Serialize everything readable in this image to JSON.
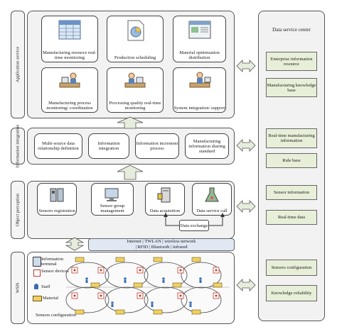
{
  "layers": {
    "application": "Application service",
    "integration": "Information integration",
    "perception": "Object perception",
    "wsn": "WSN"
  },
  "application_cards": [
    {
      "label": "Manufacturing resource real-time monitoring",
      "icon": "spreadsheet-icon"
    },
    {
      "label": "Production scheduling",
      "icon": "pie-chart-document-icon"
    },
    {
      "label": "Material optimization distribution",
      "icon": "monitor-window-icon"
    },
    {
      "label": "Manufacturing process monitoring/ coordination",
      "icon": "operator-desk-icon"
    },
    {
      "label": "Processing quality real-time monitoring",
      "icon": "operator-desk-icon"
    },
    {
      "label": "System integration/ support",
      "icon": "operator-desk-icon"
    }
  ],
  "integration_items": [
    "Multi-source data relationship definition",
    "Information integration",
    "Information increment process",
    "Manufacturing information sharing standard"
  ],
  "perception_cards": [
    {
      "label": "Sensors registration",
      "icon": "sensor-device-icon"
    },
    {
      "label": "Sensor group management",
      "icon": "computer-icon"
    },
    {
      "label": "Data acquisition",
      "icon": "server-tower-icon"
    },
    {
      "label": "Data service call",
      "icon": "lab-flask-icon"
    }
  ],
  "data_exchange": "Data exchange",
  "network": {
    "line1": "Internet | TWLAN | wireless network",
    "line2": "| RFID | Bluetooth | infrared"
  },
  "legend": [
    {
      "label": "Information terminal",
      "icon": "terminal-icon"
    },
    {
      "label": "Sensor devices",
      "icon": "sensor-icon"
    },
    {
      "label": "Staff",
      "icon": "staff-icon"
    },
    {
      "label": "Material",
      "icon": "material-icon"
    }
  ],
  "sensors_configuration": "Sensors configuration",
  "data_service_center": {
    "title": "Data service center",
    "items": [
      "Enterprise information resource",
      "Manufacturing knowledge base",
      "Real-time manufacturing information",
      "Rule base",
      "Sensor information",
      "Real-time data",
      "Sensors configuration",
      "Knowledge reliability"
    ]
  },
  "colors": {
    "layer_bg": "#f2f2f2",
    "ds_item_bg": "#e8efd8",
    "network_bar_bg": "#dfe8f3",
    "arrow_fill": "#e7eddc"
  }
}
